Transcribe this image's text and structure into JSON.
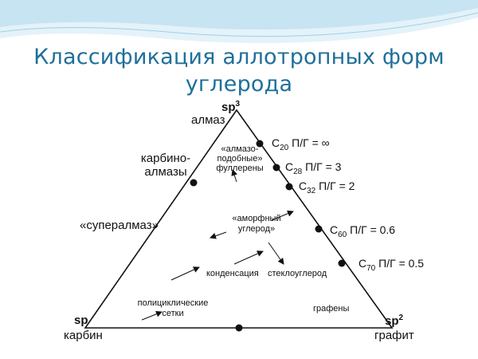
{
  "title": {
    "line1": "Классификация аллотропных форм",
    "line2": "углерода"
  },
  "vertices": {
    "top": {
      "hybrid_base": "sp",
      "hybrid_sup": "3",
      "name": "алмаз"
    },
    "left": {
      "hybrid": "sp",
      "name": "карбин"
    },
    "right": {
      "hybrid_base": "sp",
      "hybrid_sup": "2",
      "name": "графит"
    }
  },
  "edge_labels": {
    "carbino_line1": "карбино-",
    "carbino_line2": "алмазы",
    "superdiamond": "«суперaлмаз»"
  },
  "inner_labels": {
    "diamondlike_1": "«алмазо-",
    "diamondlike_2": "подобные»",
    "diamondlike_3": "фуллерены",
    "amorphous_1": "«аморфный",
    "amorphous_2": "углерод»",
    "condensation": "конденсация",
    "glassy": "стеклоуглерод",
    "polycyclic_1": "полициклические",
    "polycyclic_2": "сетки",
    "graphenes": "графены"
  },
  "fullerenes": [
    {
      "n": "20",
      "ratio": "П/Г = ∞"
    },
    {
      "n": "28",
      "ratio": "П/Г = 3"
    },
    {
      "n": "32",
      "ratio": "П/Г = 2"
    },
    {
      "n": "60",
      "ratio": "П/Г = 0.6"
    },
    {
      "n": "70",
      "ratio": "П/Г = 0.5"
    }
  ],
  "colors": {
    "title": "#1f6f9a",
    "lines": "#111111",
    "wave_light": "#dceef7",
    "wave_mid": "#b9dcee"
  }
}
